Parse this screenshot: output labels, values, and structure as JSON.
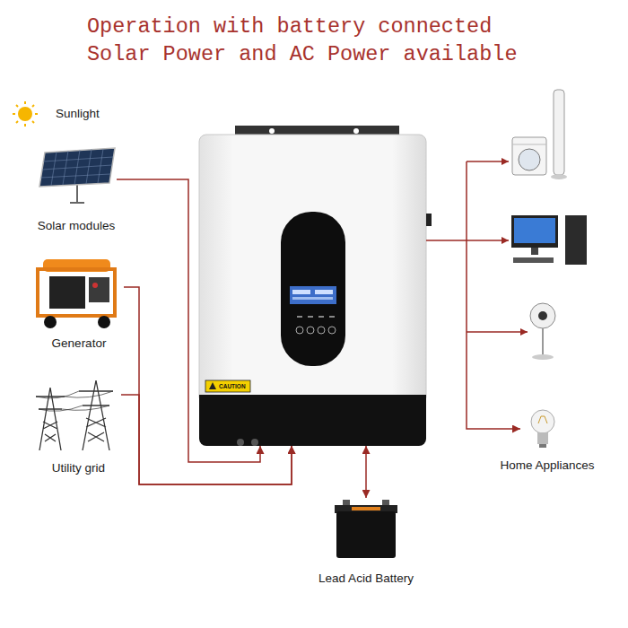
{
  "diagram": {
    "title": "Operation with battery connected Solar Power and AC Power available",
    "nodes": [
      {
        "text": [
          "Solar modules"
        ]
      },
      {
        "text": [
          "Generator"
        ]
      },
      {
        "text": [
          "Utility grid"
        ]
      },
      {
        "text": [
          "CAUTION"
        ]
      },
      {
        "text": [
          "Home Appliances"
        ]
      },
      {
        "text": [
          "Lead Acid Battery"
        ]
      }
    ],
    "edges": [
      {
        "from": 0,
        "to": 3,
        "arrow": "to"
      },
      {
        "from": 1,
        "to": 3,
        "arrow": "to"
      },
      {
        "from": 2,
        "to": 3,
        "arrow": "to"
      },
      {
        "from": 3,
        "to": 4,
        "arrow": "to"
      },
      {
        "from": 3,
        "to": 5,
        "arrow": "both"
      }
    ],
    "labels": [
      "Sunlight"
    ]
  }
}
